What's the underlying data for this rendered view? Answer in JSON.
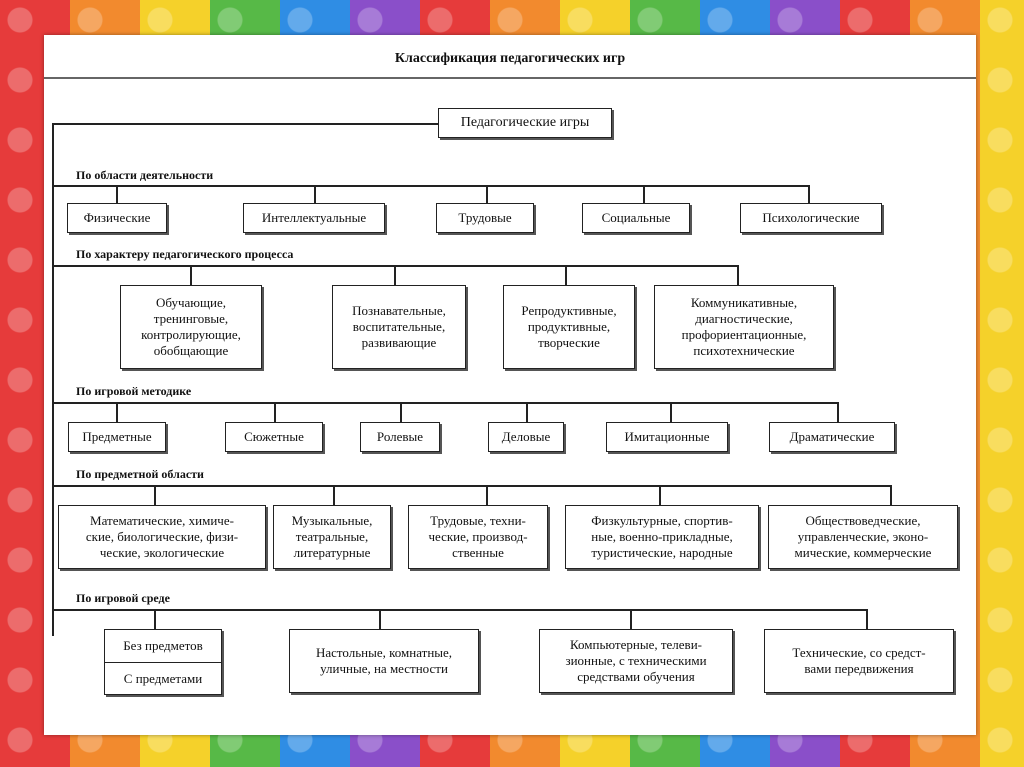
{
  "title": "Классификация педагогических игр",
  "root": "Педагогические игры",
  "groups": [
    {
      "label": "По области деятельности",
      "items": [
        "Физические",
        "Интеллектуальные",
        "Трудовые",
        "Социальные",
        "Психологические"
      ]
    },
    {
      "label": "По характеру педагогического процесса",
      "items": [
        "Обучающие,\nтренинговые,\nконтролирующие,\nобобщающие",
        "Познавательные,\nвоспитательные,\nразвивающие",
        "Репродуктивные,\nпродуктивные,\nтворческие",
        "Коммуникативные,\nдиагностические,\nпрофориентационные,\nпсихотехнические"
      ]
    },
    {
      "label": "По игровой методике",
      "items": [
        "Предметные",
        "Сюжетные",
        "Ролевые",
        "Деловые",
        "Имитационные",
        "Драматические"
      ]
    },
    {
      "label": "По предметной области",
      "items": [
        "Математические, химиче-\nские, биологические, физи-\nческие, экологические",
        "Музыкальные,\nтеатральные,\nлитературные",
        "Трудовые, техни-\nческие, производ-\nственные",
        "Физкультурные, спортив-\nные, военно-прикладные,\nтуристические, народные",
        "Обществоведческие,\nуправленческие, эконо-\nмические, коммерческие"
      ]
    },
    {
      "label": "По игровой среде",
      "items": [
        "Без предметов",
        "С предметами",
        "Настольные, комнатные,\nуличные, на местности",
        "Компьютерные, телеви-\nзионные, с техническими\nсредствами обучения",
        "Технические, со средст-\nвами передвижения"
      ]
    }
  ]
}
